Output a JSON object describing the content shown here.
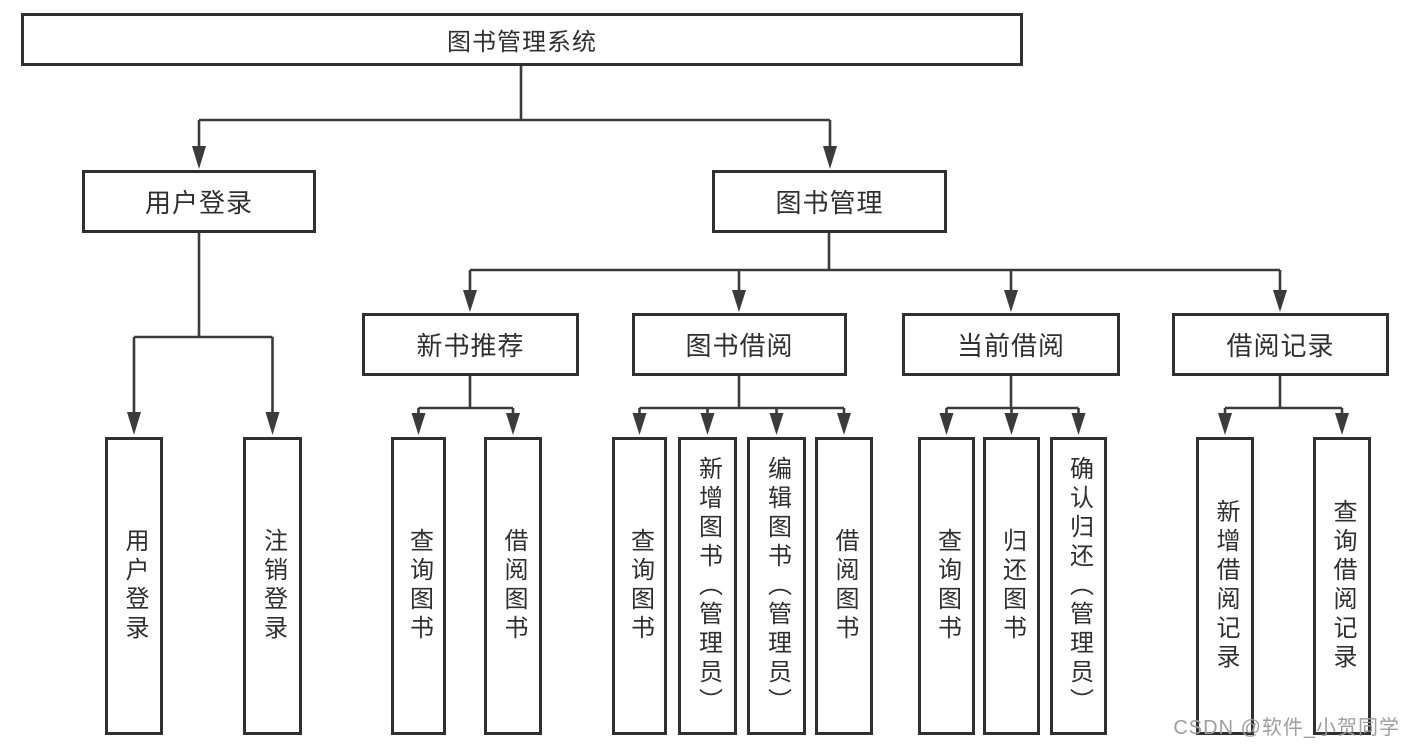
{
  "tree": {
    "root": {
      "label": "图书管理系统",
      "children": [
        {
          "label": "用户登录",
          "children": [
            {
              "label": "用户登录"
            },
            {
              "label": "注销登录"
            }
          ]
        },
        {
          "label": "图书管理",
          "children": [
            {
              "label": "新书推荐",
              "children": [
                {
                  "label": "查询图书"
                },
                {
                  "label": "借阅图书"
                }
              ]
            },
            {
              "label": "图书借阅",
              "children": [
                {
                  "label": "查询图书"
                },
                {
                  "label": "新增图书（管理员）"
                },
                {
                  "label": "编辑图书（管理员）"
                },
                {
                  "label": "借阅图书"
                }
              ]
            },
            {
              "label": "当前借阅",
              "children": [
                {
                  "label": "查询图书"
                },
                {
                  "label": "归还图书"
                },
                {
                  "label": "确认归还（管理员）"
                }
              ]
            },
            {
              "label": "借阅记录",
              "children": [
                {
                  "label": "新增借阅记录"
                },
                {
                  "label": "查询借阅记录"
                }
              ]
            }
          ]
        }
      ]
    }
  },
  "watermark": {
    "text": "CSDN @软件_小贺同学"
  },
  "colors": {
    "line": "#3b3b3b",
    "box_border": "#303030",
    "text": "#2f2f2f",
    "watermark": "#9e9e9e",
    "background": "#ffffff"
  }
}
